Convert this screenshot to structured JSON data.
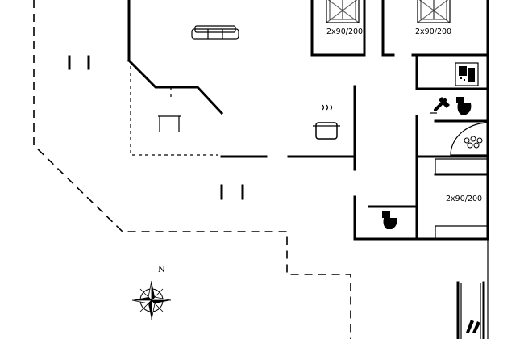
{
  "rooms": {
    "bedroom_1": {
      "bed_label": "2x90/200"
    },
    "bedroom_2": {
      "bed_label": "2x90/200"
    },
    "bedroom_3": {
      "bed_label": "2x90/200"
    }
  },
  "compass": {
    "north_label": "N"
  },
  "icons": [
    "sofa-icon",
    "cooking-pot-icon",
    "table-icon",
    "single-bed-icon",
    "washing-machine-icon",
    "shower-icon",
    "toilet-icon",
    "whirlpool-icon"
  ]
}
